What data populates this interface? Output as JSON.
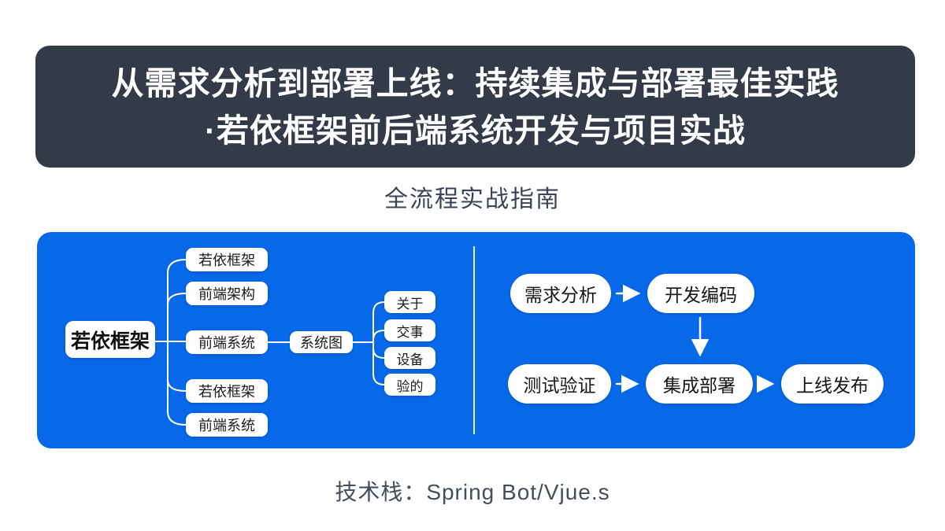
{
  "header": {
    "title_line1": "从需求分析到部署上线：持续集成与部署最佳实践",
    "title_line2": "·若依框架前后端系统开发与项目实战",
    "bg_color": "#343b48",
    "text_color": "#ffffff"
  },
  "subtitle": "全流程实战指南",
  "panel": {
    "bg_color": "#0768e8",
    "node_bg_color": "#ffffff",
    "connector_color": "#ffffff",
    "mindmap": {
      "root": "若依框架",
      "branches": [
        "若依框架",
        "前端架构",
        "前端系统",
        "若依框架",
        "前端系统"
      ],
      "mid_node": "系统图",
      "leaves": [
        "关于",
        "交事",
        "设备",
        "验的"
      ]
    },
    "flowchart": {
      "nodes": [
        "需求分析",
        "开发编码",
        "测试验证",
        "集成部署",
        "上线发布"
      ]
    }
  },
  "footer": "技术栈：Spring Bot/Vjue.s"
}
